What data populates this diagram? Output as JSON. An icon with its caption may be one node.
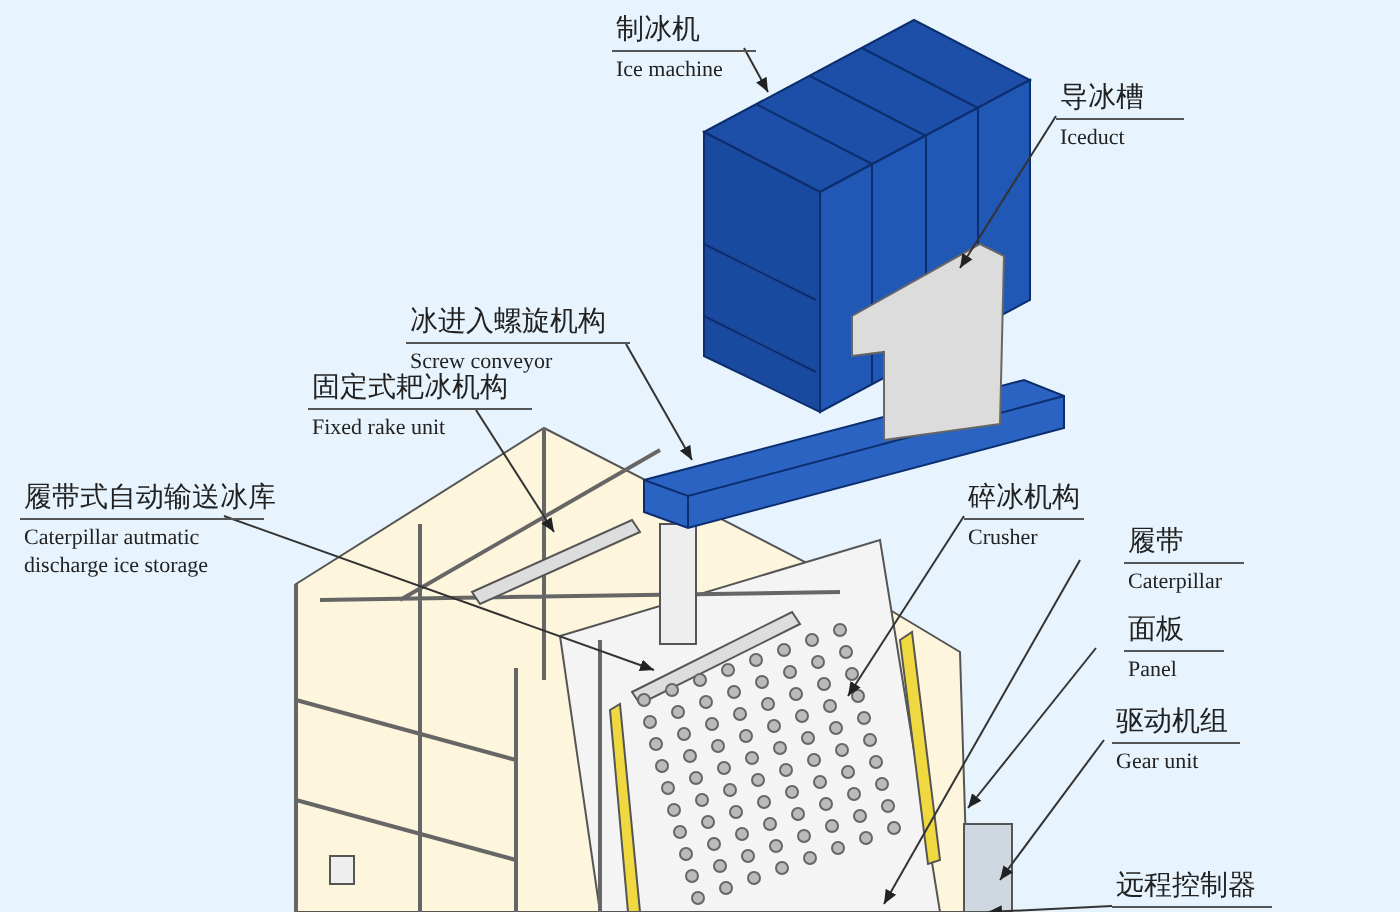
{
  "diagram": {
    "nodes": [
      {
        "text": [
          "制冰机",
          "Ice machine"
        ]
      },
      {
        "text": [
          "导冰槽",
          "Iceduct"
        ]
      },
      {
        "text": [
          "冰进入螺旋机构",
          "Screw conveyor"
        ]
      },
      {
        "text": [
          "固定式耙冰机构",
          "Fixed rake unit"
        ]
      },
      {
        "text": [
          "履带式自动输送冰库",
          "Caterpillar autmatic discharge ice storage"
        ]
      },
      {
        "text": [
          "碎冰机构",
          "Crusher"
        ]
      },
      {
        "text": [
          "履带",
          "Caterpillar"
        ]
      },
      {
        "text": [
          "面板",
          "Panel"
        ]
      },
      {
        "text": [
          "驱动机组",
          "Gear unit"
        ]
      },
      {
        "text": [
          "远程控制器"
        ]
      },
      {
        "text": [],
        "shape": "picture"
      },
      {
        "text": [],
        "shape": "picture"
      },
      {
        "text": [],
        "shape": "picture"
      },
      {
        "text": [],
        "shape": "picture"
      }
    ],
    "edges": [
      {
        "from": 0,
        "to": 10,
        "arrow": "to"
      },
      {
        "from": 1,
        "to": 11,
        "arrow": "to"
      },
      {
        "from": 2,
        "to": 12,
        "arrow": "to"
      },
      {
        "from": 3,
        "to": 13,
        "arrow": "to"
      },
      {
        "from": 4,
        "to": 13,
        "arrow": "to"
      },
      {
        "from": 5,
        "to": 13,
        "arrow": "to"
      },
      {
        "from": 6,
        "to": 13,
        "arrow": "to"
      },
      {
        "from": 7,
        "to": 13,
        "arrow": "to"
      },
      {
        "from": 8,
        "to": 13,
        "arrow": "to"
      },
      {
        "from": 9,
        "to": 13,
        "arrow": "to"
      }
    ]
  }
}
